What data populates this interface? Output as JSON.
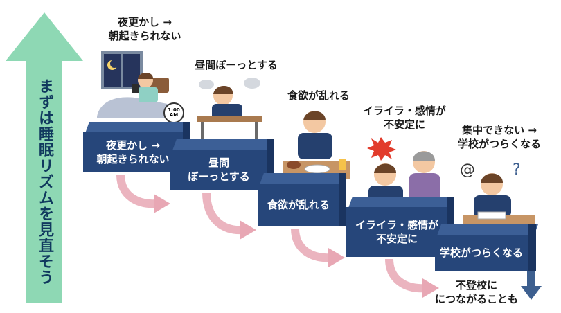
{
  "side_banner": {
    "text": "まずは睡眠リズムを見直そう"
  },
  "steps": [
    {
      "caption": "夜更かし →\n朝起きられない",
      "block_label": "夜更かし →\n朝起きられない",
      "clock": "1:00\nAM"
    },
    {
      "caption": "昼間ぼーっとする",
      "block_label": "昼間\nぼーっとする"
    },
    {
      "caption": "食欲が乱れる",
      "block_label": "食欲が乱れる"
    },
    {
      "caption": "イライラ・感情が\n不安定に",
      "block_label": "イライラ・感情が\n不安定に"
    },
    {
      "caption": "集中できない →\n学校がつらくなる",
      "block_label": "学校がつらくなる"
    }
  ],
  "final_note": "不登校に\nにつながることも",
  "colors": {
    "block_front": "#26467a",
    "block_top": "#3c5f96",
    "block_side": "#1a3460",
    "up_arrow": "#8ed8b4",
    "curve_arrow": "#e8a7b4",
    "down_arrow": "#3d5f8f"
  }
}
